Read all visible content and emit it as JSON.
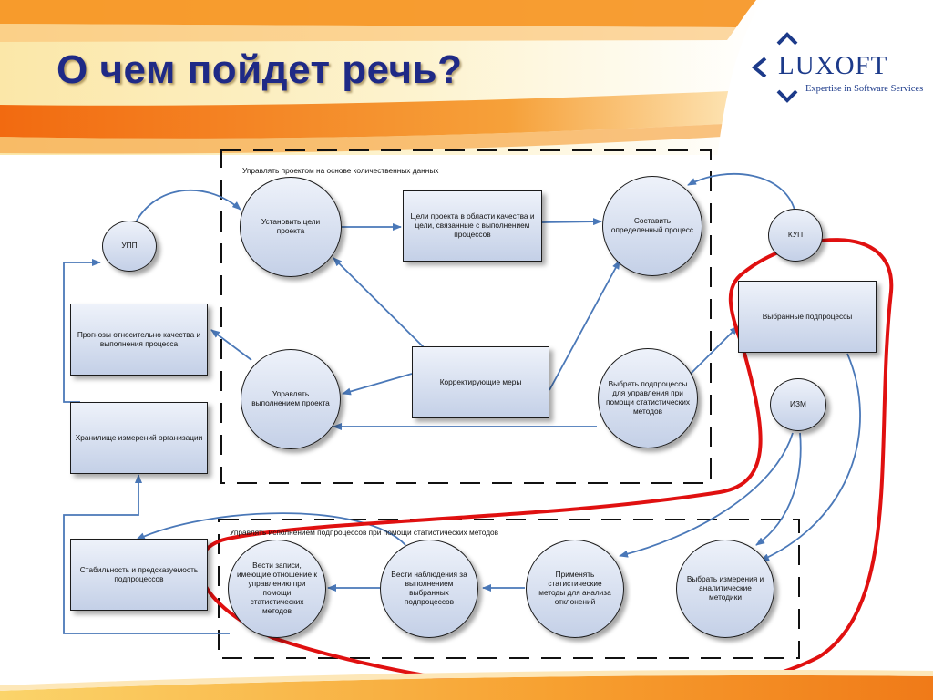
{
  "slide": {
    "title": "О чем пойдет речь?"
  },
  "logo": {
    "wordmark": "LUXOFT",
    "tagline": "Expertise in Software Services"
  },
  "diagram": {
    "groups": {
      "top_label": "Управлять проектом на основе количественных данных",
      "bottom_label": "Управлять исполнением подпроцессов при помощи статистических методов"
    },
    "nodes": {
      "upp": "УПП",
      "kup": "КУП",
      "izm": "ИЗМ",
      "set_goals": "Установить цели проекта",
      "quality_goals": "Цели проекта в области качества и цели, связанные с выполнением процессов",
      "compose_process": "Составить определенный процесс",
      "forecasts": "Прогнозы относительно качества и выполнения процесса",
      "manage_execution": "Управлять выполнением проекта",
      "corrective_actions": "Корректирующие меры",
      "select_subprocesses": "Выбрать подпроцессы для управления при помощи статистических методов",
      "selected_subprocesses": "Выбранные подпроцессы",
      "org_repository": "Хранилище измерений организации",
      "stability": "Стабильность и предсказуемость подпроцессов",
      "keep_records": "Вести записи, имеющие отношение к управлению при помощи статистических методов",
      "monitor": "Вести наблюдения за выполнением выбранных подпроцессов",
      "apply_methods": "Применять статистические методы для анализа отклонений",
      "select_measures": "Выбрать измерения и аналитические методики"
    },
    "colors": {
      "node_top": "#eef2fa",
      "node_bottom": "#c4d0e7",
      "arrow": "#4a78b8",
      "highlight": "#e01010",
      "title": "#1f2a86",
      "header_orange": "#f07a18"
    }
  }
}
